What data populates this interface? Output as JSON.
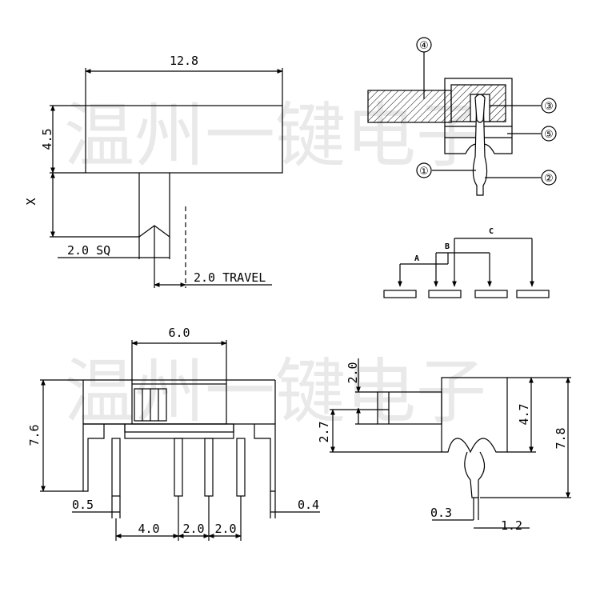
{
  "watermark": {
    "row1": "温州一键电子",
    "row2": "温州一键电子"
  },
  "top_left": {
    "length": "12.8",
    "height": "4.5",
    "x_label": "X",
    "actuator": "2.0 SQ",
    "travel": "2.0 TRAVEL"
  },
  "top_right": {
    "callouts": [
      "④",
      "③",
      "⑤",
      "①",
      "②"
    ],
    "schematic": [
      "A",
      "B",
      "C"
    ]
  },
  "bottom_left": {
    "width_top": "6.0",
    "height_total": "7.6",
    "tab_left": "0.5",
    "tab_right": "0.4",
    "pitch_a": "4.0",
    "pitch_b": "2.0",
    "pitch_c": "2.0"
  },
  "bottom_right": {
    "actuator_h": "2.0",
    "offset": "2.7",
    "body_h": "4.7",
    "total_h": "7.8",
    "pin_t": "0.3",
    "pin_w": "1.2"
  },
  "colors": {
    "line": "#000000",
    "watermark": "#cfcfcf"
  }
}
